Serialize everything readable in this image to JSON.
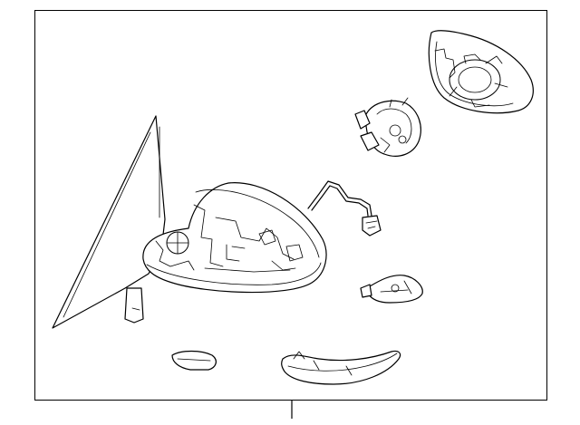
{
  "diagram": {
    "parts": [
      {
        "id": "mirror-housing-assembly",
        "icon": "mirror-housing-icon"
      },
      {
        "id": "mirror-glass",
        "icon": "mirror-glass-icon"
      },
      {
        "id": "actuator-motor",
        "icon": "actuator-icon"
      },
      {
        "id": "wiring-harness",
        "icon": "harness-icon"
      },
      {
        "id": "turn-signal-bracket",
        "icon": "bracket-icon"
      },
      {
        "id": "lower-cover-clip",
        "icon": "clip-icon"
      },
      {
        "id": "turn-signal-lamp",
        "icon": "lamp-icon"
      }
    ]
  }
}
